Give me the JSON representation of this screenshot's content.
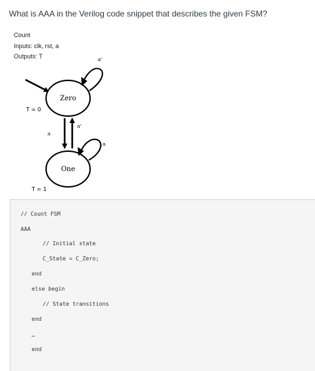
{
  "question": "What is AAA in the Verilog code snippet that describes the given FSM?",
  "fsm_spec": {
    "name": "Count",
    "inputs": "Inputs: clk, rst, a",
    "outputs": "Outputs: T"
  },
  "diagram": {
    "state_zero": "Zero",
    "state_one": "One",
    "output_zero": "T = 0",
    "output_one": "T = 1",
    "self_loop_zero": "a'",
    "zero_to_one": "a",
    "one_to_zero": "a'",
    "self_loop_one": "a"
  },
  "code": {
    "comment_fsm": "// Count FSM",
    "aaa": "AAA",
    "comment_initial": "// Initial state",
    "assign_zero": "C_State = C_Zero;",
    "end1": "end",
    "else_begin": "else begin",
    "comment_transitions": "// State transitions",
    "end2": "end",
    "ellipsis": "…",
    "end3": "end"
  }
}
